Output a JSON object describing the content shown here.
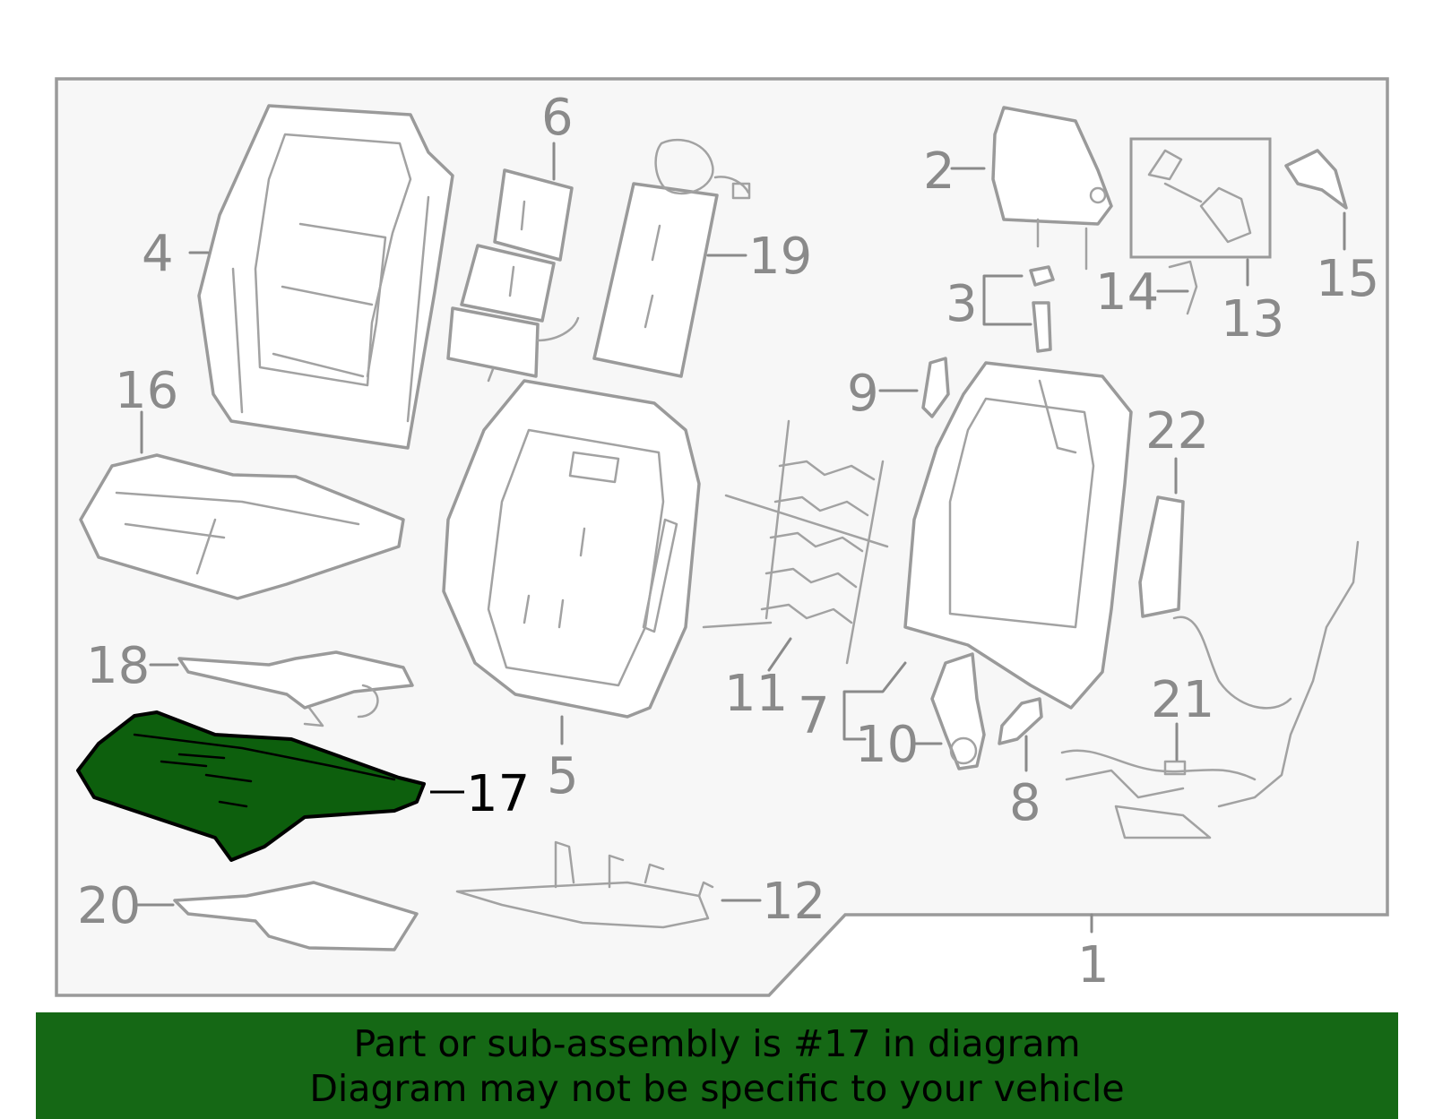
{
  "callouts": [
    {
      "id": "1",
      "text": "1"
    },
    {
      "id": "2",
      "text": "2"
    },
    {
      "id": "3",
      "text": "3"
    },
    {
      "id": "4",
      "text": "4"
    },
    {
      "id": "5",
      "text": "5"
    },
    {
      "id": "6",
      "text": "6"
    },
    {
      "id": "7",
      "text": "7"
    },
    {
      "id": "8",
      "text": "8"
    },
    {
      "id": "9",
      "text": "9"
    },
    {
      "id": "10",
      "text": "10"
    },
    {
      "id": "11",
      "text": "11"
    },
    {
      "id": "12",
      "text": "12"
    },
    {
      "id": "13",
      "text": "13"
    },
    {
      "id": "14",
      "text": "14"
    },
    {
      "id": "15",
      "text": "15"
    },
    {
      "id": "16",
      "text": "16"
    },
    {
      "id": "17",
      "text": "17"
    },
    {
      "id": "18",
      "text": "18"
    },
    {
      "id": "19",
      "text": "19"
    },
    {
      "id": "20",
      "text": "20"
    },
    {
      "id": "21",
      "text": "21"
    },
    {
      "id": "22",
      "text": "22"
    }
  ],
  "highlighted_part": "17",
  "colors": {
    "highlight_fill": "#0d5f0d",
    "banner_background": "#156815",
    "line_gray": "#8a8a8a"
  },
  "banner": {
    "line1": "Part or sub-assembly is #17 in diagram",
    "line2": "Diagram may not be specific to your vehicle"
  }
}
